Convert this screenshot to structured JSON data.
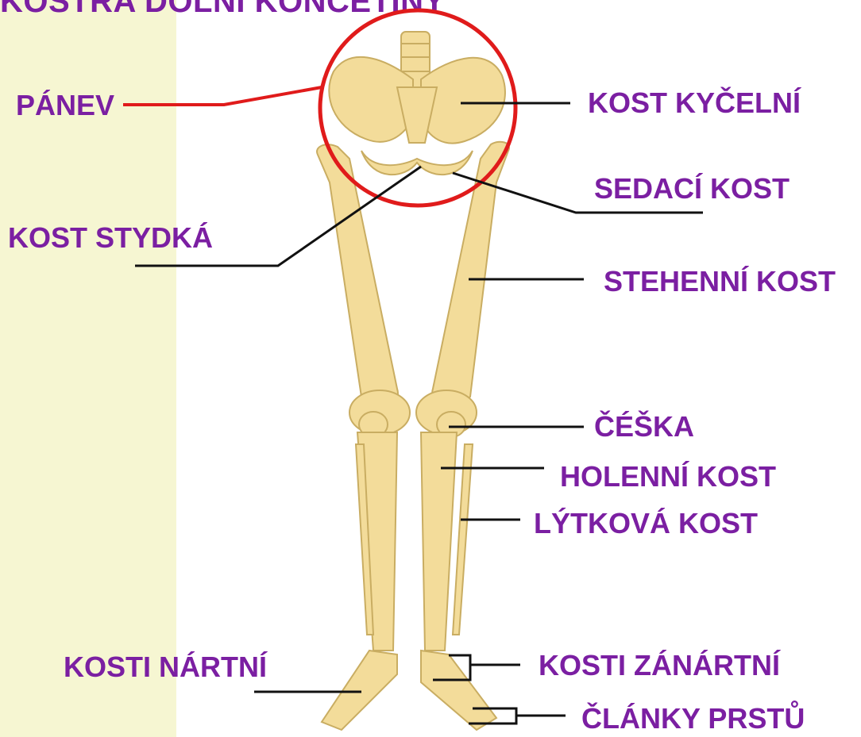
{
  "title": "KOSTRA DOLNÍ KONČETINY",
  "labels": {
    "panev": "PÁNEV",
    "kost_kycelni": "KOST KYČELNÍ",
    "sedaci_kost": "SEDACÍ KOST",
    "kost_stydka": "KOST STYDKÁ",
    "stehenni_kost": "STEHENNÍ KOST",
    "ceska": "ČÉŠKA",
    "holenni_kost": "HOLENNÍ KOST",
    "lytkova_kost": "LÝTKOVÁ KOST",
    "kosti_nartni": "KOSTI NÁRTNÍ",
    "kosti_zanartni": "KOSTI ZÁNÁRTNÍ",
    "clanky_prstu": "ČLÁNKY PRSTŮ"
  },
  "colors": {
    "label_text": "#7b1fa2",
    "bone": "#f3dc9a",
    "bone_outline": "#c9ad62",
    "highlight_circle": "#e01b1b",
    "leader_line": "#111111",
    "side_band": "#f6f6d2"
  }
}
